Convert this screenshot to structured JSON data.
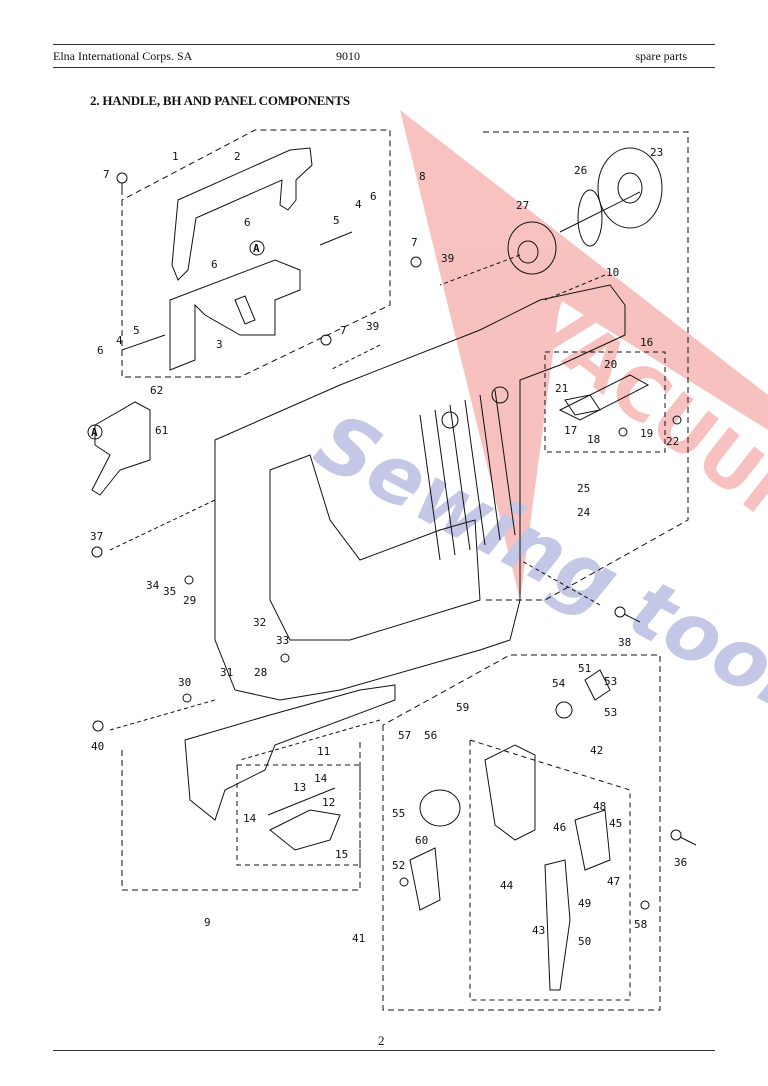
{
  "header": {
    "company": "Elna International Corps. SA",
    "model": "9010",
    "section": "spare parts"
  },
  "title": "2. HANDLE, BH AND PANEL COMPONENTS",
  "page_number": "2",
  "callouts": {
    "detail_ref": "A"
  },
  "part_labels": [
    "1",
    "2",
    "3",
    "4",
    "5",
    "6",
    "7",
    "8",
    "9",
    "10",
    "11",
    "12",
    "13",
    "14",
    "15",
    "16",
    "17",
    "18",
    "19",
    "20",
    "21",
    "22",
    "23",
    "24",
    "25",
    "26",
    "27",
    "28",
    "29",
    "30",
    "31",
    "32",
    "33",
    "34",
    "35",
    "36",
    "37",
    "38",
    "39",
    "40",
    "41",
    "42",
    "43",
    "44",
    "45",
    "46",
    "47",
    "48",
    "49",
    "50",
    "51",
    "52",
    "53",
    "54",
    "55",
    "56",
    "57",
    "58",
    "59",
    "60",
    "61",
    "62"
  ],
  "watermark": {
    "line1": "VACUUMS",
    "line2": "Sewing tools"
  },
  "colors": {
    "ink": "#111111",
    "watermark_red": "#e8504a",
    "watermark_blue": "#5a63b8"
  }
}
